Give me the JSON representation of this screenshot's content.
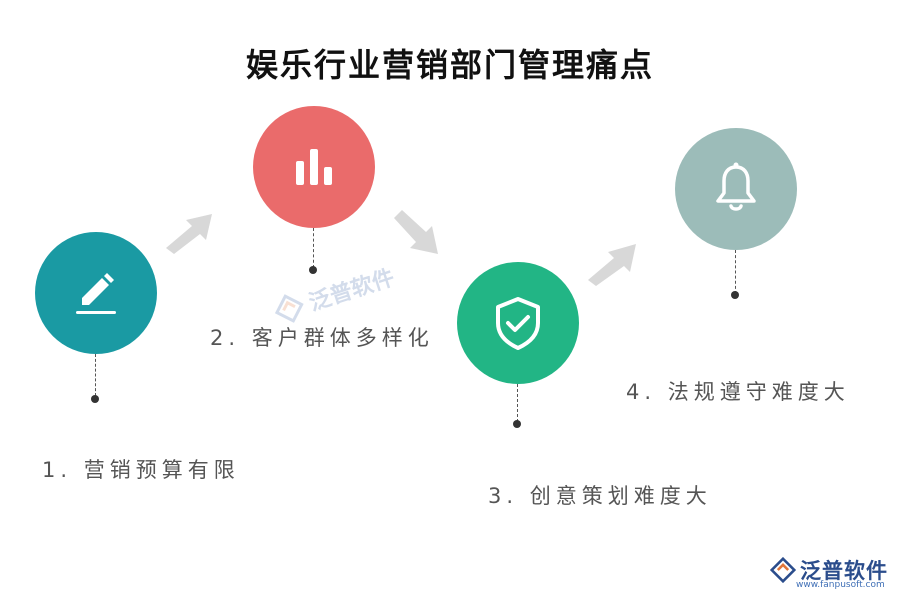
{
  "title": "娱乐行业营销部门管理痛点",
  "steps": [
    {
      "label": "1. 营销预算有限",
      "icon": "pencil-icon",
      "color": "#1a9aa3"
    },
    {
      "label": "2. 客户群体多样化",
      "icon": "bar-chart-icon",
      "color": "#ea6b6b"
    },
    {
      "label": "3. 创意策划难度大",
      "icon": "shield-check-icon",
      "color": "#22b585"
    },
    {
      "label": "4. 法规遵守难度大",
      "icon": "bell-icon",
      "color": "#9cbcb9"
    }
  ],
  "arrow_color": "#d9d9d9",
  "brand": {
    "name": "泛普软件",
    "url": "www.fanpusoft.com",
    "color": "#2b4d8c"
  }
}
